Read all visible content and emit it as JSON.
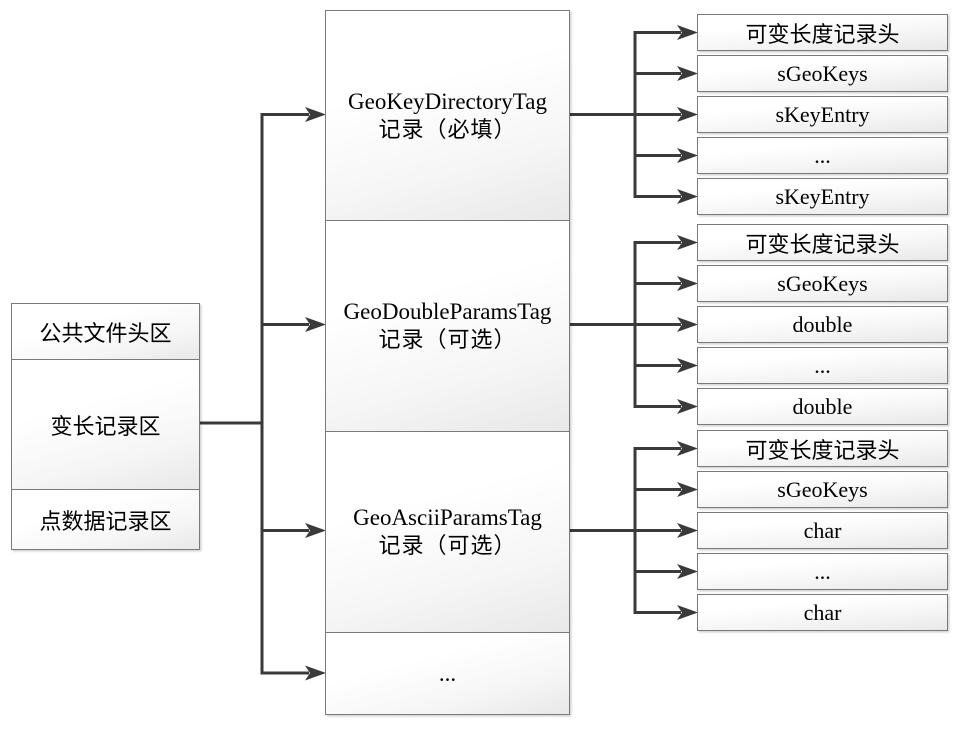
{
  "diagram": {
    "left_box": {
      "sections": [
        {
          "label": "公共文件头区"
        },
        {
          "label": "变长记录区"
        },
        {
          "label": "点数据记录区"
        }
      ]
    },
    "middle_box": {
      "sections": [
        {
          "line1": "GeoKeyDirectoryTag",
          "line2": "记录（必填）"
        },
        {
          "line1": "GeoDoubleParamsTag",
          "line2": "记录（可选）"
        },
        {
          "line1": "GeoAsciiParamsTag",
          "line2": "记录（可选）"
        },
        {
          "line1": "..."
        }
      ]
    },
    "right_stacks": [
      {
        "rows": [
          "可变长度记录头",
          "sGeoKeys",
          "sKeyEntry",
          "...",
          "sKeyEntry"
        ]
      },
      {
        "rows": [
          "可变长度记录头",
          "sGeoKeys",
          "double",
          "...",
          "double"
        ]
      },
      {
        "rows": [
          "可变长度记录头",
          "sGeoKeys",
          "char",
          "...",
          "char"
        ]
      }
    ],
    "colors": {
      "connector": "#3a3a3a",
      "box_border": "#7a7a7a",
      "box_fill_top": "#ffffff",
      "box_fill_bottom": "#e8e8e8",
      "text": "#000000"
    }
  }
}
